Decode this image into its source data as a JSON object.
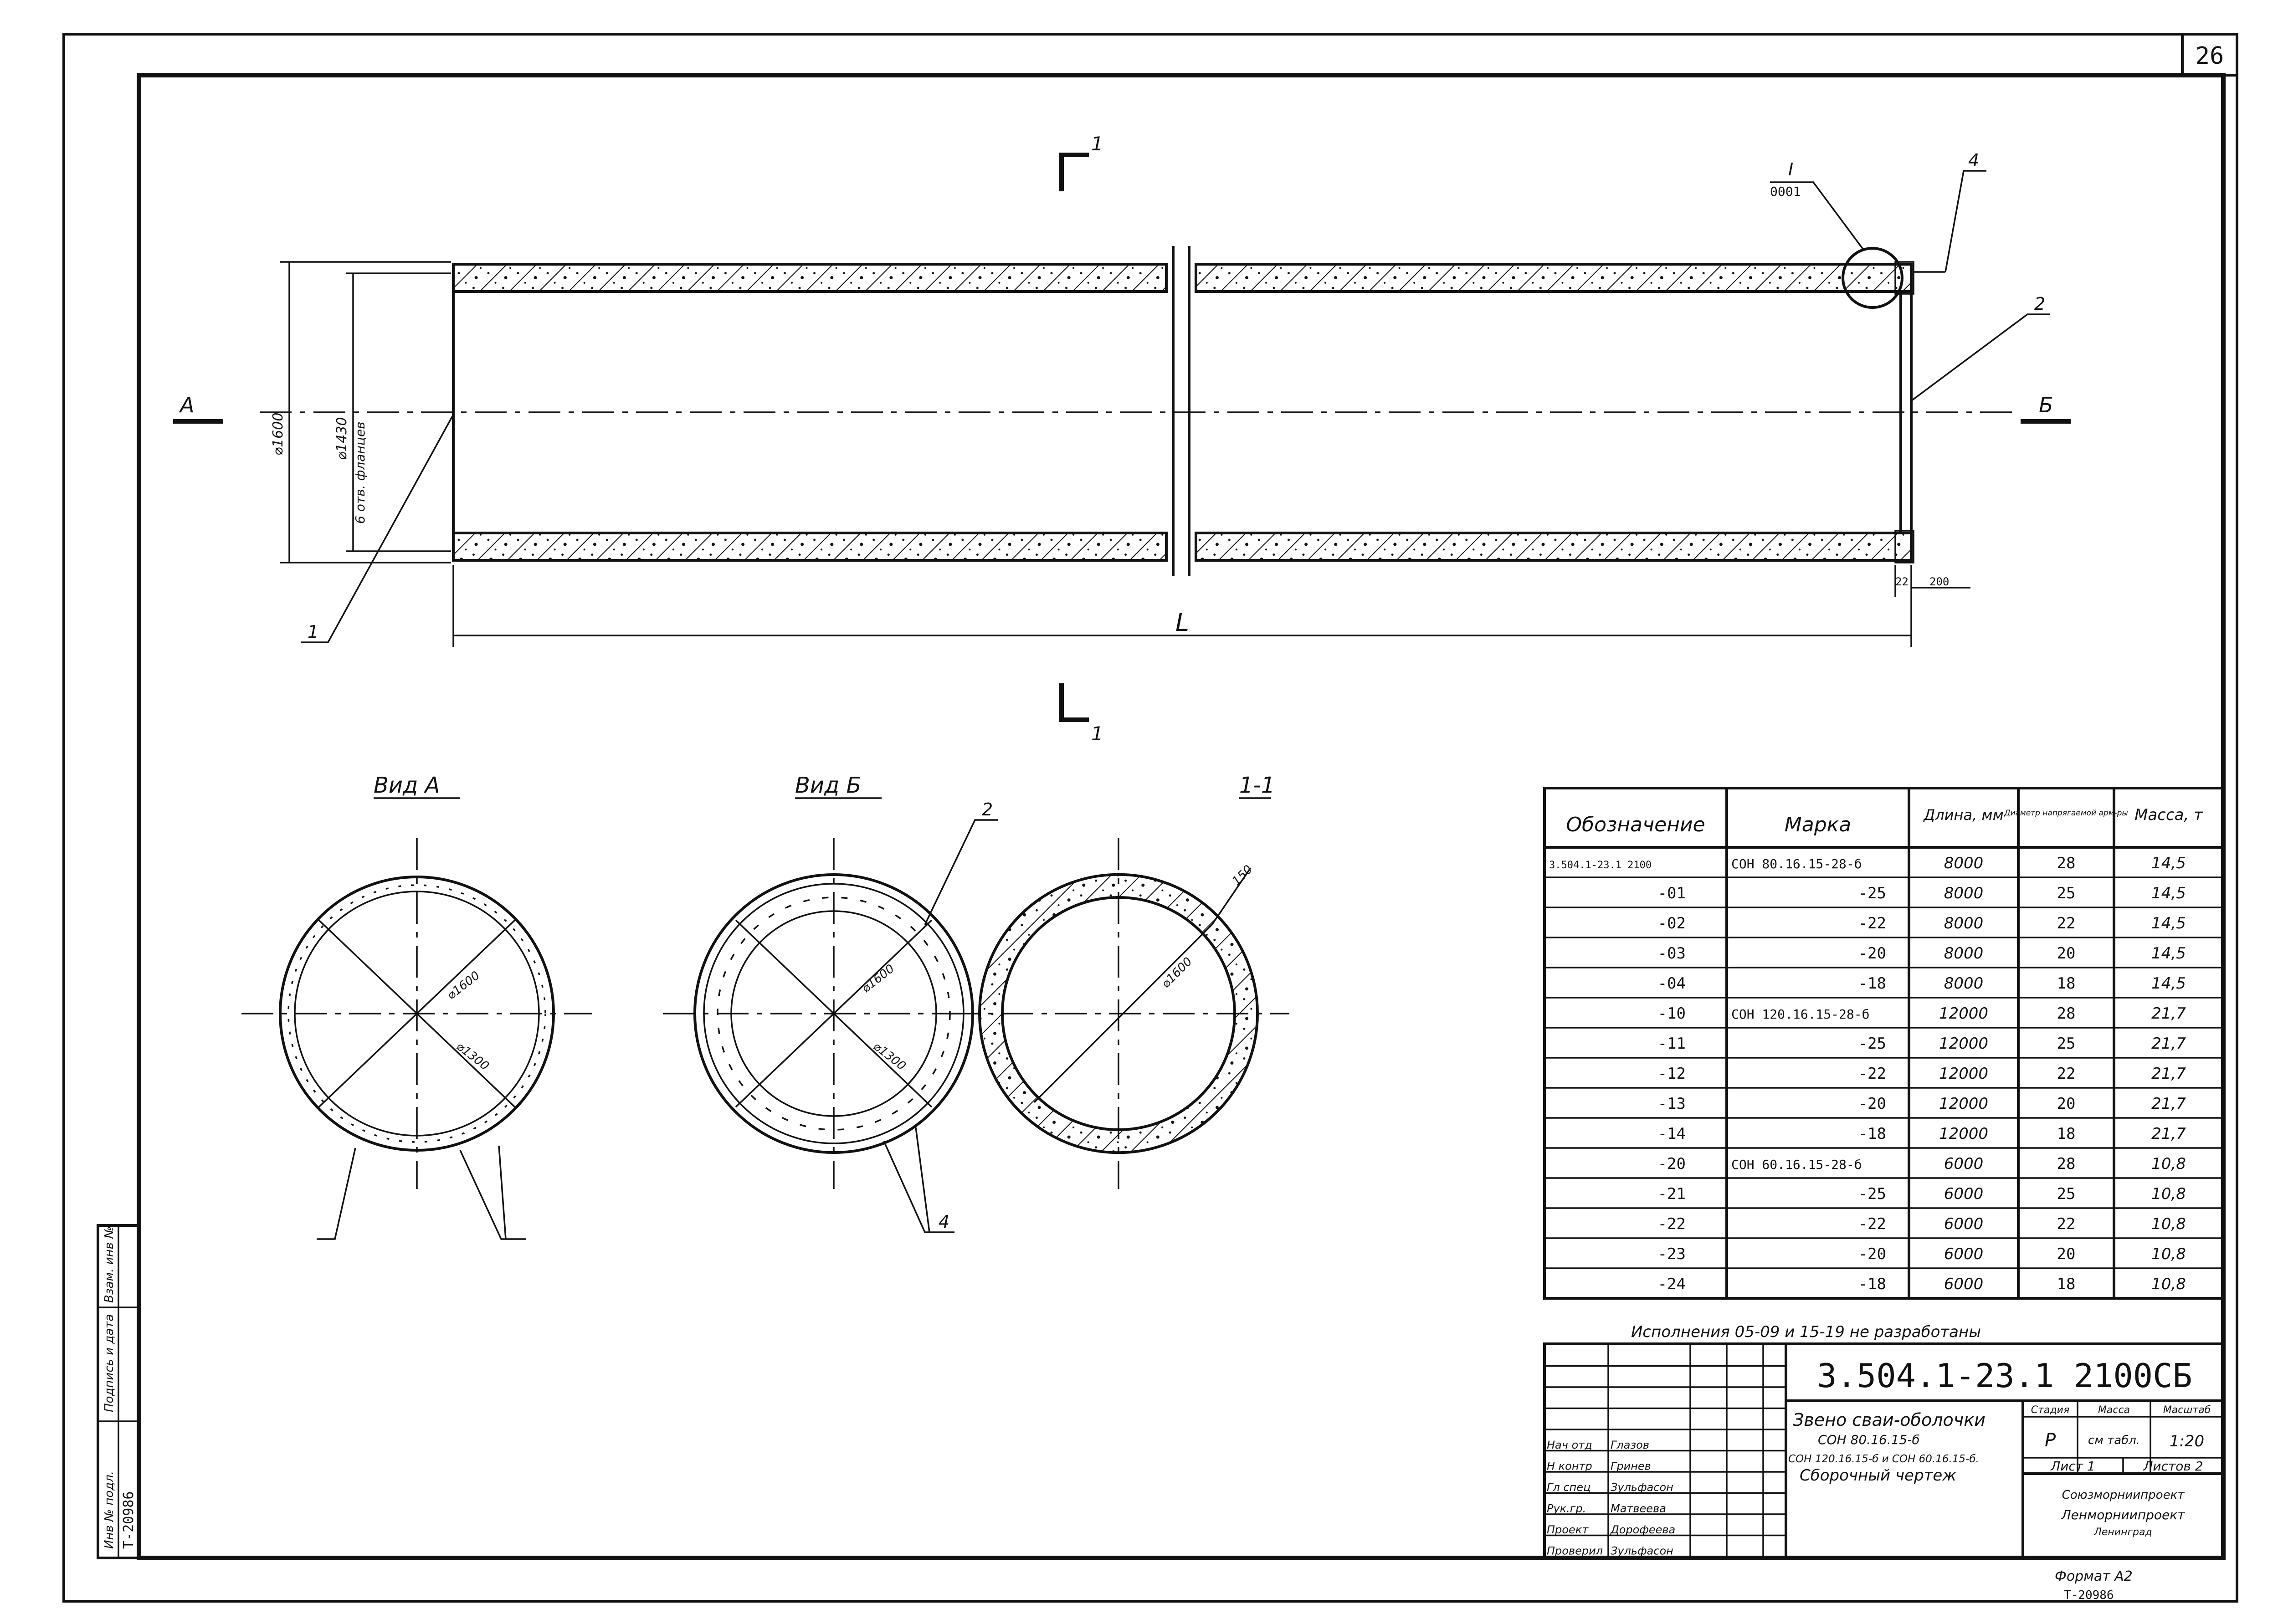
{
  "sheet_number": "26",
  "section_marks": {
    "top": "1",
    "bottom": "1"
  },
  "views": {
    "left_arrow": "А",
    "right_arrow": "Б"
  },
  "callouts": {
    "pos1": "1",
    "pos2": "2",
    "pos4": "4",
    "node": "I",
    "node_ref": "0001"
  },
  "dims": {
    "outer_diameter": "⌀1600",
    "bolt_circle": "⌀1430",
    "bolt_note": "6 отв. фланцев",
    "length": "L",
    "end_dim_a": "22",
    "end_dim_b": "200",
    "view_a_d1": "⌀1600",
    "view_a_d2": "⌀1300",
    "view_b_d1": "⌀1600",
    "view_b_d2": "⌀1300",
    "sec_d": "⌀1600",
    "sec_wall": "150"
  },
  "view_titles": {
    "a": "Вид А",
    "b": "Вид Б",
    "s": "1-1"
  },
  "table": {
    "headers": [
      "Обозначение",
      "Марка",
      "Длина, мм",
      "Диаметр напрягаемой арм-ры",
      "Масса, т"
    ],
    "rows": [
      [
        "3.504.1-23.1 2100",
        "СОН 80.16.15-28-б",
        "8000",
        "28",
        "14,5"
      ],
      [
        "-01",
        "-25",
        "8000",
        "25",
        "14,5"
      ],
      [
        "-02",
        "-22",
        "8000",
        "22",
        "14,5"
      ],
      [
        "-03",
        "-20",
        "8000",
        "20",
        "14,5"
      ],
      [
        "-04",
        "-18",
        "8000",
        "18",
        "14,5"
      ],
      [
        "-10",
        "СОН 120.16.15-28-б",
        "12000",
        "28",
        "21,7"
      ],
      [
        "-11",
        "-25",
        "12000",
        "25",
        "21,7"
      ],
      [
        "-12",
        "-22",
        "12000",
        "22",
        "21,7"
      ],
      [
        "-13",
        "-20",
        "12000",
        "20",
        "21,7"
      ],
      [
        "-14",
        "-18",
        "12000",
        "18",
        "21,7"
      ],
      [
        "-20",
        "СОН 60.16.15-28-б",
        "6000",
        "28",
        "10,8"
      ],
      [
        "-21",
        "-25",
        "6000",
        "25",
        "10,8"
      ],
      [
        "-22",
        "-22",
        "6000",
        "22",
        "10,8"
      ],
      [
        "-23",
        "-20",
        "6000",
        "20",
        "10,8"
      ],
      [
        "-24",
        "-18",
        "6000",
        "18",
        "10,8"
      ]
    ],
    "note": "Исполнения 05-09 и 15-19 не разработаны"
  },
  "title_block": {
    "code": "3.504.1-23.1 2100СБ",
    "title_lines": [
      "Звено сваи-оболочки",
      "СОН 80.16.15-б",
      "СОН 120.16.15-б и СОН 60.16.15-б.",
      "Сборочный чертеж"
    ],
    "stage_headers": [
      "Стадия",
      "Масса",
      "Масштаб"
    ],
    "stage": "Р",
    "mass": "см табл.",
    "scale": "1:20",
    "sheet_label": "Лист 1",
    "sheets_label": "Листов 2",
    "orgs": [
      "Союзморниипроект",
      "Ленморниипроект",
      "Ленинград"
    ],
    "roles": [
      "Нач отд",
      "Н контр",
      "Гл спец",
      "Рук.гр.",
      "Проект",
      "Проверил"
    ],
    "names": [
      "Глазов",
      "Гринев",
      "Зульфасон",
      "Матвеева",
      "Дорофеева",
      "Зульфасон"
    ],
    "format": "Формат А2",
    "inventory": "Т-20986"
  },
  "side_stamp": {
    "labels": [
      "Инв № подл.",
      "Подпись и дата",
      "Взам. инв №"
    ],
    "inv": "Т-20986"
  }
}
